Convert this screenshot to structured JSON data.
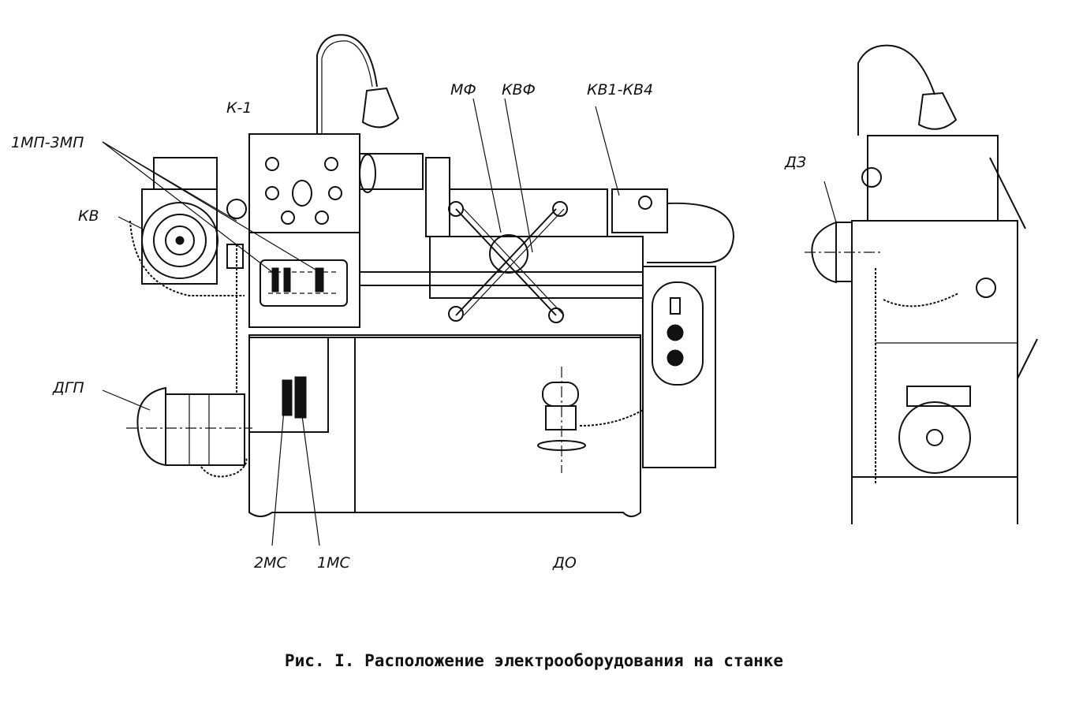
{
  "labels": {
    "k1": "К-1",
    "mp": "1МП-3МП",
    "kv": "КВ",
    "dgp": "ДГП",
    "mf": "МФ",
    "kvf": "КВФ",
    "kb": "КВ1-КВ4",
    "ms2": "2МС",
    "ms1": "1МС",
    "do": "ДО",
    "dz": "ДЗ"
  },
  "caption": "Рис. I. Расположение электрооборудования на станке"
}
